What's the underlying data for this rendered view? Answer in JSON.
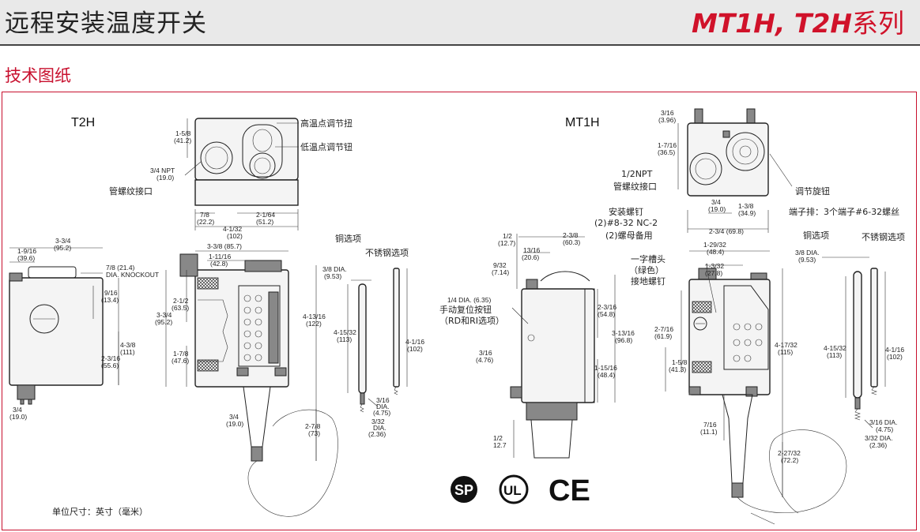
{
  "header": {
    "title": "远程安装温度开关",
    "series_model": "MT1H, T2H",
    "series_suffix": "系列"
  },
  "section_title": "技术图纸",
  "t2h": {
    "label": "T2H",
    "dims": {
      "d1": "1-5/8",
      "d1m": "(41.2)",
      "npt": "3/4 NPT",
      "nptm": "(19.0)",
      "d2": "7/8",
      "d2m": "(22.2)",
      "d3": "2-1/64",
      "d3m": "(51.2)",
      "d4": "4-1/32",
      "d4m": "(102)",
      "d5": "1-9/16",
      "d5m": "(39.6)",
      "d6": "3-3/4",
      "d6m": "(95.2)",
      "ko1": "7/8 (21.4)",
      "ko2": "DIA. KNOCKOUT",
      "d7": "9/16",
      "d7m": "(13.4)",
      "d8": "4-3/8",
      "d8m": "(111)",
      "d9": "2-3/16",
      "d9m": "(55.6)",
      "d10": "3/4",
      "d10m": "(19.0)",
      "d11": "3-3/8 (85.7)",
      "d12": "1-11/16",
      "d12m": "(42.8)",
      "d13": "2-1/2",
      "d13m": "(63.5)",
      "d14": "3-3/4",
      "d14m": "(95.2)",
      "d15": "1-7/8",
      "d15m": "(47.6)",
      "d16": "3/4",
      "d16m": "(19.0)",
      "d17": "4-13/16",
      "d17m": "(122)",
      "d18": "2-7/8",
      "d18m": "(73)",
      "d19": "3/8 DIA.",
      "d19m": "(9.53)",
      "d20": "4-15/32",
      "d20m": "(113)",
      "d21": "4-1/16",
      "d21m": "(102)",
      "d22": "3/16",
      "d22b": "DIA.",
      "d22m": "(4.75)",
      "d23": "3/32",
      "d23b": "DIA.",
      "d23m": "(2.36)"
    },
    "labels": {
      "high": "高温点调节扭",
      "low": "低温点调节钮",
      "pipe": "管螺纹接口",
      "copper": "铜选项",
      "steel": "不锈钢选项"
    }
  },
  "mt1h": {
    "label": "MT1H",
    "dims": {
      "a1": "3/16",
      "a1m": "(3.96)",
      "a2": "1-7/16",
      "a2m": "(36.5)",
      "a3": "3/4",
      "a3m": "(19.0)",
      "a4": "1-3/8",
      "a4m": "(34.9)",
      "a5": "2-3/4 (69.8)",
      "a6": "1/2",
      "a6m": "(12.7)",
      "a7": "2-3/8",
      "a7m": "(60.3)",
      "a8": "13/16",
      "a8m": "(20.6)",
      "a9": "9/32",
      "a9m": "(7.14)",
      "a10": "1/4 DIA. (6.35)",
      "a11": "2-3/16",
      "a11m": "(54.8)",
      "a12": "3-13/16",
      "a12m": "(96.8)",
      "a13": "1-15/16",
      "a13m": "(48.4)",
      "a14": "3/16",
      "a14m": "(4.76)",
      "a15": "1/2",
      "a15m": "12.7",
      "a16": "1-29/32",
      "a16m": "(48.4)",
      "a17": "1-3/32",
      "a17m": "(27.8)",
      "a18": "2-7/16",
      "a18m": "(61.9)",
      "a19": "1-5/8",
      "a19m": "(41.3)",
      "a20": "7/16",
      "a20m": "(11.1)",
      "a21": "4-17/32",
      "a21m": "(115)",
      "a22": "2-27/32",
      "a22m": "(72.2)",
      "a23": "3/8 DIA.",
      "a23m": "(9.53)",
      "a24": "4-15/32",
      "a24m": "(113)",
      "a25": "4-1/16",
      "a25m": "(102)",
      "a26": "3/16 DIA.",
      "a26m": "(4.75)",
      "a27": "3/32 DIA.",
      "a27m": "(2.36)"
    },
    "labels": {
      "npt1": "1/2NPT",
      "npt2": "管螺纹接口",
      "knob": "调节旋钮",
      "terminal": "端子排：3个端子#6-32螺丝",
      "mount1": "安装螺钉",
      "mount2": "(2)#8-32 NC-2",
      "mount3": "(2)螺母备用",
      "slot1": "一字槽头",
      "slot2": "（绿色）",
      "slot3": "接地螺钉",
      "reset1": "手动复位按钮",
      "reset2": "（RD和RI选项）",
      "copper": "铜选项",
      "steel": "不锈钢选项"
    }
  },
  "units_note": "单位尺寸：英寸（毫米）",
  "certs": {
    "csa": "SP",
    "ul": "UL",
    "ce": "CE"
  },
  "colors": {
    "accent": "#c8102e",
    "brand": "#d0122a"
  }
}
